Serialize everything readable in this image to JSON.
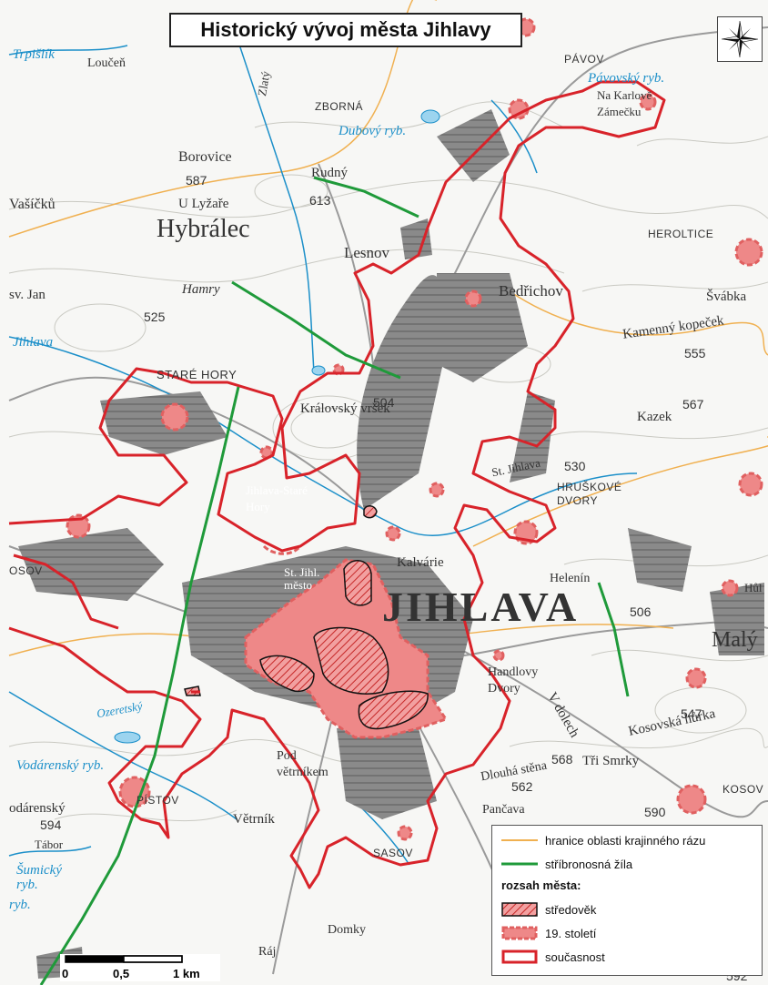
{
  "title": "Historický vývoj města Jihlavy",
  "places": {
    "jihlava": "JIHLAVA",
    "hybralec": "Hybrálec",
    "pavov": "PÁVOV",
    "zborna": "ZBORNÁ",
    "heroltice": "HEROLTICE",
    "stare_hory": "STARÉ HORY",
    "hruskove_dvory": "HRUŠKOVÉ DVORY",
    "pistov": "PÍSTOV",
    "sasov": "SASOV",
    "kosov": "KOSOV",
    "kosov_w": "OSOV",
    "bedrichov": "Bedřichov",
    "lesnov": "Lesnov",
    "rudny": "Rudný",
    "borovice": "Borovice",
    "u_lyzare": "U Lyžaře",
    "vasicku": "Vašíčků",
    "loucen": "Loučeň",
    "hamry": "Hamry",
    "sv_jan": "sv. Jan",
    "kralovsky_vrsek": "Královský vršek",
    "jihlava_stare_hory": "Jihlava-Staré Hory",
    "st_jihl_mesto": "St. Jihl. město",
    "kalvarie": "Kalvárie",
    "helenin": "Helenín",
    "handlovy_dvory": "Handlovy Dvory",
    "v_dolech": "V dolech",
    "kosovska_hurka": "Kosovská hůrka",
    "dlouha_stena": "Dlouhá stěna",
    "tri_smrky": "Tři Smrky",
    "pancava": "Pančava",
    "pod_vetrnikem": "Pod větrníkem",
    "vetrnik": "Větrník",
    "vodarensky": "odárenský",
    "tabor": "Tábor",
    "domky": "Domky",
    "raj": "Ráj",
    "kazek": "Kazek",
    "svabka": "Švábka",
    "kamenny_kopecek": "Kamenný kopeček",
    "maly": "Malý",
    "na_karlove": "Na Karlově Zámečku",
    "hule": "Hůl",
    "st_jihlava": "St. Jihlava",
    "zlaty": "Zlatý"
  },
  "water": {
    "pavovsky": "Pávovský ryb.",
    "dubovy": "Dubový ryb.",
    "vodarensky_ryb": "Vodárenský ryb.",
    "sumicny": "Šumický ryb.",
    "jihlava_river": "Jihlava",
    "trpislik": "Trpišlík",
    "ozeretsky": "Ozeretský",
    "ryb_w": "ryb."
  },
  "elevations": [
    "587",
    "613",
    "525",
    "504",
    "555",
    "567",
    "530",
    "506",
    "547",
    "568",
    "562",
    "590",
    "594",
    "592"
  ],
  "legend": {
    "border_label": "hranice oblasti krajinného rázu",
    "vein_label": "stříbronosná žíla",
    "extent_title": "rozsah města:",
    "medieval_label": "středověk",
    "c19_label": "19. století",
    "present_label": "současnost"
  },
  "scale": {
    "labels": [
      "0",
      "0,5",
      "1 km"
    ]
  },
  "colors": {
    "present_outline": "#d8232a",
    "c19_fill": "#ee8888",
    "vein": "#1f9a3a",
    "boundary": "#f0b050",
    "water": "#1b8fc9",
    "built": "#6e6e6e",
    "medieval": "#c62828"
  }
}
